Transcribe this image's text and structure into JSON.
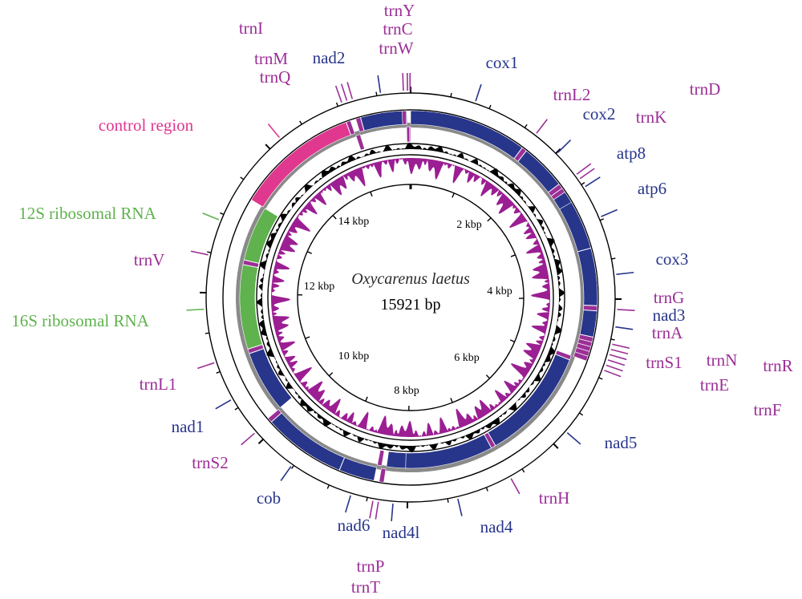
{
  "center": {
    "species": "Oxycarenus laetus",
    "length": "15921 bp"
  },
  "genome_length": 15921,
  "colors": {
    "pcg": "#27358b",
    "trna": "#9b2f96",
    "rrna": "#5fb24e",
    "control": "#e0378f",
    "gc_skew": "#9b1e93",
    "gc_content": "#000000",
    "backbone": "#8a8a8a"
  },
  "kbp_labels": [
    "2 kbp",
    "4 kbp",
    "6 kbp",
    "8 kbp",
    "10 kbp",
    "12 kbp",
    "14 kbp"
  ],
  "features": [
    {
      "name": "trnI",
      "type": "trna",
      "start": 15030,
      "end": 15090,
      "strand": 1
    },
    {
      "name": "trnQ",
      "type": "trna",
      "start": 15095,
      "end": 15160,
      "strand": -1
    },
    {
      "name": "trnM",
      "type": "trna",
      "start": 15165,
      "end": 15230,
      "strand": 1
    },
    {
      "name": "nad2",
      "type": "pcg",
      "start": 15235,
      "end": 15870,
      "strand": 1
    },
    {
      "name": "trnW",
      "type": "trna",
      "start": 15805,
      "end": 15860,
      "strand": 1
    },
    {
      "name": "trnC",
      "type": "trna",
      "start": 15862,
      "end": 15905,
      "strand": -1
    },
    {
      "name": "trnY",
      "type": "trna",
      "start": 15907,
      "end": 15921,
      "strand": -1
    },
    {
      "name": "cox1",
      "type": "pcg",
      "start": 0,
      "end": 1620,
      "strand": 1
    },
    {
      "name": "trnL2",
      "type": "trna",
      "start": 1625,
      "end": 1690,
      "strand": 1
    },
    {
      "name": "cox2",
      "type": "pcg",
      "start": 1695,
      "end": 2325,
      "strand": 1
    },
    {
      "name": "trnK",
      "type": "trna",
      "start": 2330,
      "end": 2395,
      "strand": 1
    },
    {
      "name": "trnD",
      "type": "trna",
      "start": 2398,
      "end": 2460,
      "strand": 1
    },
    {
      "name": "atp8",
      "type": "pcg",
      "start": 2462,
      "end": 2630,
      "strand": 1
    },
    {
      "name": "atp6",
      "type": "pcg",
      "start": 2625,
      "end": 3300,
      "strand": 1
    },
    {
      "name": "cox3",
      "type": "pcg",
      "start": 3305,
      "end": 4090,
      "strand": 1
    },
    {
      "name": "trnG",
      "type": "trna",
      "start": 4095,
      "end": 4160,
      "strand": 1
    },
    {
      "name": "nad3",
      "type": "pcg",
      "start": 4165,
      "end": 4520,
      "strand": 1
    },
    {
      "name": "trnA",
      "type": "trna",
      "start": 4525,
      "end": 4590,
      "strand": 1
    },
    {
      "name": "trnR",
      "type": "trna",
      "start": 4592,
      "end": 4655,
      "strand": 1
    },
    {
      "name": "trnN",
      "type": "trna",
      "start": 4657,
      "end": 4722,
      "strand": 1
    },
    {
      "name": "trnS1",
      "type": "trna",
      "start": 4724,
      "end": 4790,
      "strand": 1
    },
    {
      "name": "trnE",
      "type": "trna",
      "start": 4792,
      "end": 4858,
      "strand": 1
    },
    {
      "name": "trnF",
      "type": "trna",
      "start": 4860,
      "end": 4925,
      "strand": -1
    },
    {
      "name": "nad5",
      "type": "pcg",
      "start": 4930,
      "end": 6640,
      "strand": -1
    },
    {
      "name": "trnH",
      "type": "trna",
      "start": 6645,
      "end": 6710,
      "strand": -1
    },
    {
      "name": "nad4",
      "type": "pcg",
      "start": 6715,
      "end": 8040,
      "strand": -1
    },
    {
      "name": "nad4l",
      "type": "pcg",
      "start": 8035,
      "end": 8320,
      "strand": -1
    },
    {
      "name": "trnT",
      "type": "trna",
      "start": 8325,
      "end": 8390,
      "strand": 1
    },
    {
      "name": "trnP",
      "type": "trna",
      "start": 8392,
      "end": 8458,
      "strand": -1
    },
    {
      "name": "nad6",
      "type": "pcg",
      "start": 8462,
      "end": 8950,
      "strand": 1
    },
    {
      "name": "cob",
      "type": "pcg",
      "start": 8955,
      "end": 10090,
      "strand": 1
    },
    {
      "name": "trnS2",
      "type": "trna",
      "start": 10095,
      "end": 10160,
      "strand": 1
    },
    {
      "name": "nad1",
      "type": "pcg",
      "start": 10165,
      "end": 11090,
      "strand": -1
    },
    {
      "name": "trnL1",
      "type": "trna",
      "start": 11095,
      "end": 11160,
      "strand": -1
    },
    {
      "name": "16S ribosomal RNA",
      "type": "rrna",
      "start": 11165,
      "end": 12430,
      "strand": -1
    },
    {
      "name": "trnV",
      "type": "trna",
      "start": 12435,
      "end": 12500,
      "strand": -1
    },
    {
      "name": "12S ribosomal RNA",
      "type": "rrna",
      "start": 12505,
      "end": 13330,
      "strand": -1
    },
    {
      "name": "control region",
      "type": "control",
      "start": 13335,
      "end": 15025,
      "strand": 1
    }
  ],
  "labels": [
    {
      "text": "trnI",
      "type": "trna",
      "pos": 15060
    },
    {
      "text": "trnM",
      "type": "trna",
      "pos": 15197
    },
    {
      "text": "trnQ",
      "type": "trna",
      "pos": 15127
    },
    {
      "text": "nad2",
      "type": "pcg",
      "pos": 15550
    },
    {
      "text": "trnY",
      "type": "trna",
      "pos": 15914
    },
    {
      "text": "trnC",
      "type": "trna",
      "pos": 15883
    },
    {
      "text": "trnW",
      "type": "trna",
      "pos": 15832
    },
    {
      "text": "cox1",
      "type": "pcg",
      "pos": 810
    },
    {
      "text": "trnL2",
      "type": "trna",
      "pos": 1657
    },
    {
      "text": "cox2",
      "type": "pcg",
      "pos": 2010
    },
    {
      "text": "trnK",
      "type": "trna",
      "pos": 2362
    },
    {
      "text": "trnD",
      "type": "trna",
      "pos": 2429
    },
    {
      "text": "atp8",
      "type": "pcg",
      "pos": 2546
    },
    {
      "text": "atp6",
      "type": "pcg",
      "pos": 2962
    },
    {
      "text": "cox3",
      "type": "pcg",
      "pos": 3697
    },
    {
      "text": "trnG",
      "type": "trna",
      "pos": 4127
    },
    {
      "text": "nad3",
      "type": "pcg",
      "pos": 4342
    },
    {
      "text": "trnA",
      "type": "trna",
      "pos": 4557
    },
    {
      "text": "trnN",
      "type": "trna",
      "pos": 4689
    },
    {
      "text": "trnR",
      "type": "trna",
      "pos": 4623
    },
    {
      "text": "trnS1",
      "type": "trna",
      "pos": 4757
    },
    {
      "text": "trnE",
      "type": "trna",
      "pos": 4825
    },
    {
      "text": "trnF",
      "type": "trna",
      "pos": 4892
    },
    {
      "text": "nad5",
      "type": "pcg",
      "pos": 5785
    },
    {
      "text": "trnH",
      "type": "trna",
      "pos": 6677
    },
    {
      "text": "nad4",
      "type": "pcg",
      "pos": 7377
    },
    {
      "text": "nad4l",
      "type": "pcg",
      "pos": 8177
    },
    {
      "text": "trnP",
      "type": "trna",
      "pos": 8425
    },
    {
      "text": "trnT",
      "type": "trna",
      "pos": 8357
    },
    {
      "text": "nad6",
      "type": "pcg",
      "pos": 8706
    },
    {
      "text": "cob",
      "type": "pcg",
      "pos": 9522
    },
    {
      "text": "trnS2",
      "type": "trna",
      "pos": 10127
    },
    {
      "text": "nad1",
      "type": "pcg",
      "pos": 10627
    },
    {
      "text": "trnL1",
      "type": "trna",
      "pos": 11127
    },
    {
      "text": "16S ribosomal RNA",
      "type": "rrna",
      "pos": 11797
    },
    {
      "text": "trnV",
      "type": "trna",
      "pos": 12467
    },
    {
      "text": "12S ribosomal RNA",
      "type": "rrna",
      "pos": 12917
    },
    {
      "text": "control region",
      "type": "control",
      "pos": 14180
    }
  ]
}
